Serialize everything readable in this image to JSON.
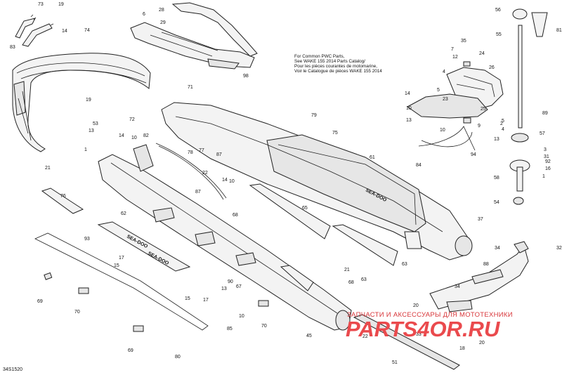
{
  "note": [
    "For Common PWC Parts,",
    "See WAKE 155 2014 Parts Catalog/",
    "Pour les pièces courantes de motomarine,",
    "Voir le Catalogue de pièces WAKE 155 2014"
  ],
  "diagram_code": "34S1520",
  "watermark": {
    "line1": "ЗАПЧАСТИ И АКСЕССУАРЫ ДЛЯ МОТОТЕХНИКИ",
    "line2": "PARTS4OR.RU"
  },
  "decals": [
    "SEA-DOO",
    "SEA-DOO",
    "SEA-DOO"
  ],
  "callouts": [
    {
      "n": "73"
    },
    {
      "n": "19"
    },
    {
      "n": "14"
    },
    {
      "n": "83"
    },
    {
      "n": "74"
    },
    {
      "n": "28"
    },
    {
      "n": "6"
    },
    {
      "n": "29"
    },
    {
      "n": "98"
    },
    {
      "n": "56"
    },
    {
      "n": "81"
    },
    {
      "n": "55"
    },
    {
      "n": "35"
    },
    {
      "n": "7"
    },
    {
      "n": "12"
    },
    {
      "n": "24"
    },
    {
      "n": "4"
    },
    {
      "n": "26"
    },
    {
      "n": "5"
    },
    {
      "n": "14"
    },
    {
      "n": "23"
    },
    {
      "n": "10"
    },
    {
      "n": "13"
    },
    {
      "n": "25"
    },
    {
      "n": "10"
    },
    {
      "n": "9"
    },
    {
      "n": "5"
    },
    {
      "n": "4"
    },
    {
      "n": "89"
    },
    {
      "n": "2"
    },
    {
      "n": "13"
    },
    {
      "n": "57"
    },
    {
      "n": "3"
    },
    {
      "n": "31"
    },
    {
      "n": "92"
    },
    {
      "n": "16"
    },
    {
      "n": "1"
    },
    {
      "n": "58"
    },
    {
      "n": "54"
    },
    {
      "n": "94"
    },
    {
      "n": "84"
    },
    {
      "n": "71"
    },
    {
      "n": "79"
    },
    {
      "n": "75"
    },
    {
      "n": "61"
    },
    {
      "n": "19"
    },
    {
      "n": "72"
    },
    {
      "n": "53"
    },
    {
      "n": "14"
    },
    {
      "n": "13"
    },
    {
      "n": "10"
    },
    {
      "n": "1"
    },
    {
      "n": "82"
    },
    {
      "n": "77"
    },
    {
      "n": "87"
    },
    {
      "n": "78"
    },
    {
      "n": "21"
    },
    {
      "n": "22"
    },
    {
      "n": "14"
    },
    {
      "n": "10"
    },
    {
      "n": "87"
    },
    {
      "n": "68"
    },
    {
      "n": "76"
    },
    {
      "n": "62"
    },
    {
      "n": "65"
    },
    {
      "n": "93"
    },
    {
      "n": "17"
    },
    {
      "n": "15"
    },
    {
      "n": "37"
    },
    {
      "n": "63"
    },
    {
      "n": "63"
    },
    {
      "n": "69"
    },
    {
      "n": "70"
    },
    {
      "n": "21"
    },
    {
      "n": "68"
    },
    {
      "n": "90"
    },
    {
      "n": "13"
    },
    {
      "n": "67"
    },
    {
      "n": "10"
    },
    {
      "n": "15"
    },
    {
      "n": "17"
    },
    {
      "n": "70"
    },
    {
      "n": "85"
    },
    {
      "n": "45"
    },
    {
      "n": "34"
    },
    {
      "n": "32"
    },
    {
      "n": "88"
    },
    {
      "n": "34"
    },
    {
      "n": "20"
    },
    {
      "n": "22"
    },
    {
      "n": "33"
    },
    {
      "n": "20"
    },
    {
      "n": "18"
    },
    {
      "n": "69"
    },
    {
      "n": "80"
    },
    {
      "n": "51"
    }
  ]
}
